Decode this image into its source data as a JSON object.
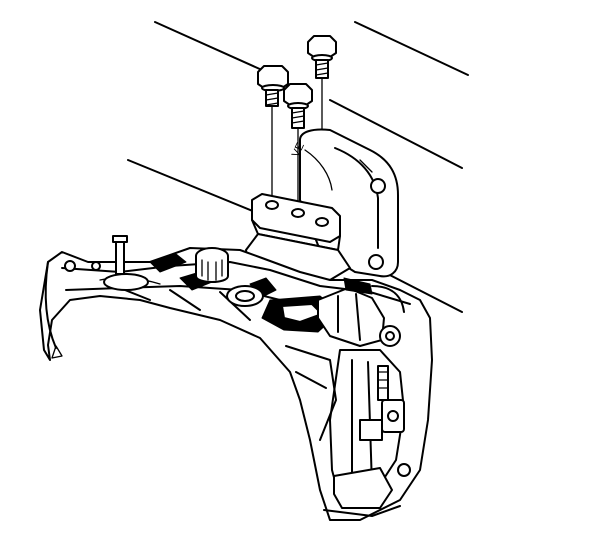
{
  "diagram": {
    "type": "technical-line-drawing",
    "bolt_count": 3,
    "flange_hole_count": 3,
    "palette": {
      "ink": "#000000",
      "paper": "#ffffff"
    }
  }
}
